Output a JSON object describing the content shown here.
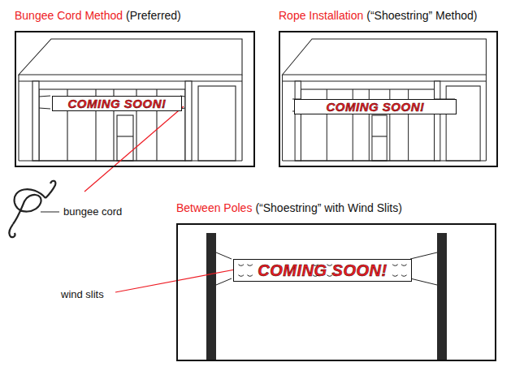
{
  "diagram": {
    "nodes": [
      {
        "text": [
          "Bungee Cord Method",
          "(Preferred)"
        ]
      },
      {
        "text": [
          "COMING SOON!"
        ],
        "in": 0
      },
      {
        "text": [
          "Rope Installation",
          "(“Shoestring” Method)"
        ]
      },
      {
        "text": [
          "COMING SOON!"
        ],
        "in": 2
      },
      {
        "text": [
          "Between Poles",
          "(“Shoestring” with Wind Slits)"
        ]
      },
      {
        "text": [
          "COMING SOON!"
        ],
        "in": 4
      }
    ],
    "labels": [
      "bungee cord",
      "wind slits"
    ]
  }
}
